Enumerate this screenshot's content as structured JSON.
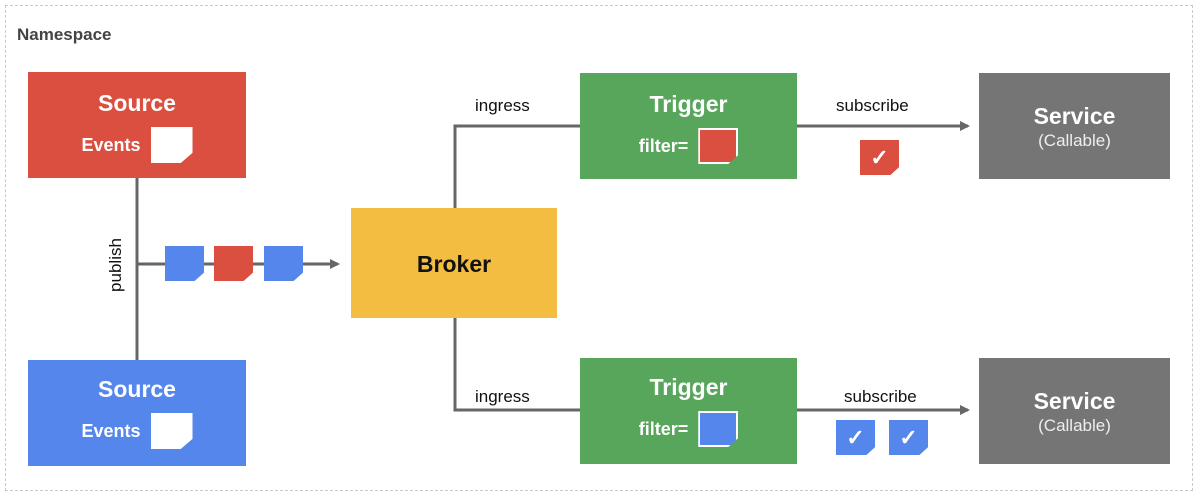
{
  "namespace_label": "Namespace",
  "colors": {
    "red": "#db4f40",
    "blue": "#5586eb",
    "green": "#58a65c",
    "yellow": "#f3bd42",
    "grey": "#757575",
    "line": "#666666"
  },
  "sources": [
    {
      "title": "Source",
      "events_label": "Events"
    },
    {
      "title": "Source",
      "events_label": "Events"
    }
  ],
  "broker": {
    "title": "Broker"
  },
  "triggers": [
    {
      "title": "Trigger",
      "filter_label": "filter="
    },
    {
      "title": "Trigger",
      "filter_label": "filter="
    }
  ],
  "services": [
    {
      "title": "Service",
      "subtitle": "(Callable)"
    },
    {
      "title": "Service",
      "subtitle": "(Callable)"
    }
  ],
  "edges": {
    "publish": "publish",
    "ingress_top": "ingress",
    "ingress_bottom": "ingress",
    "subscribe_top": "subscribe",
    "subscribe_bottom": "subscribe"
  },
  "checkmark": "✓"
}
